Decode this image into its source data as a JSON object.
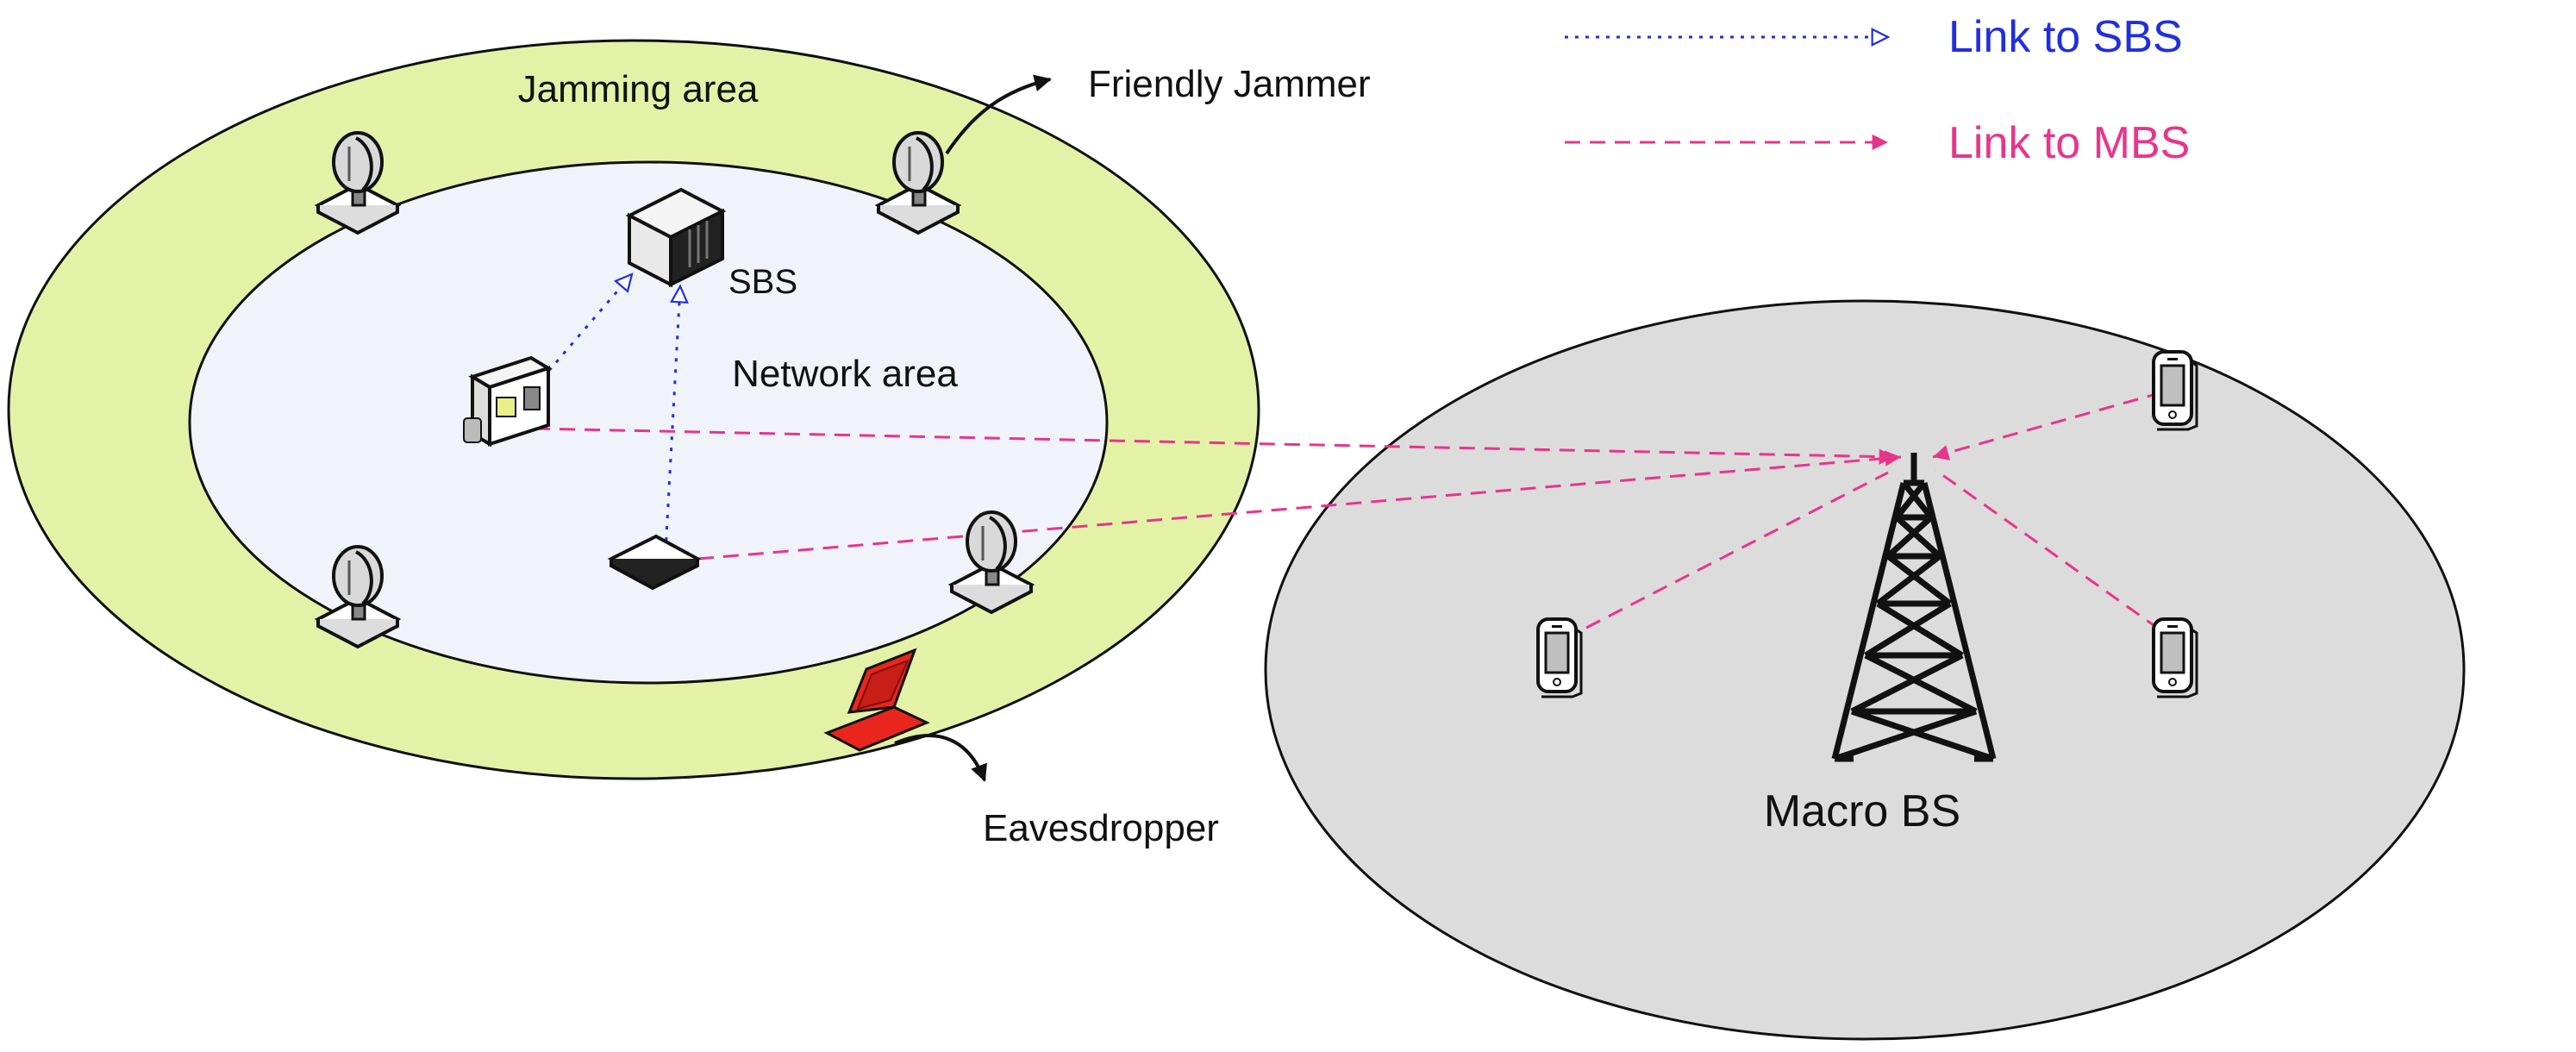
{
  "labels": {
    "jamming_area": "Jamming area",
    "network_area": "Network area",
    "friendly_jammer": "Friendly Jammer",
    "sbs": "SBS",
    "eavesdropper": "Eavesdropper",
    "macro_bs": "Macro BS"
  },
  "legend": {
    "sbs_link": "Link to SBS",
    "mbs_link": "Link to MBS"
  },
  "colors": {
    "jamming_ring": "#e4f2a7",
    "network_area": "#f0f3f9",
    "macro_area": "#dcdcdc",
    "sbs_link": "#1f2fe0",
    "mbs_link": "#e8358c",
    "laptop": "#e8261e"
  },
  "icons": [
    "jammer-icon",
    "sbs-server-icon",
    "wall-router-icon",
    "flat-router-icon",
    "laptop-icon",
    "tower-icon",
    "phone-icon"
  ]
}
